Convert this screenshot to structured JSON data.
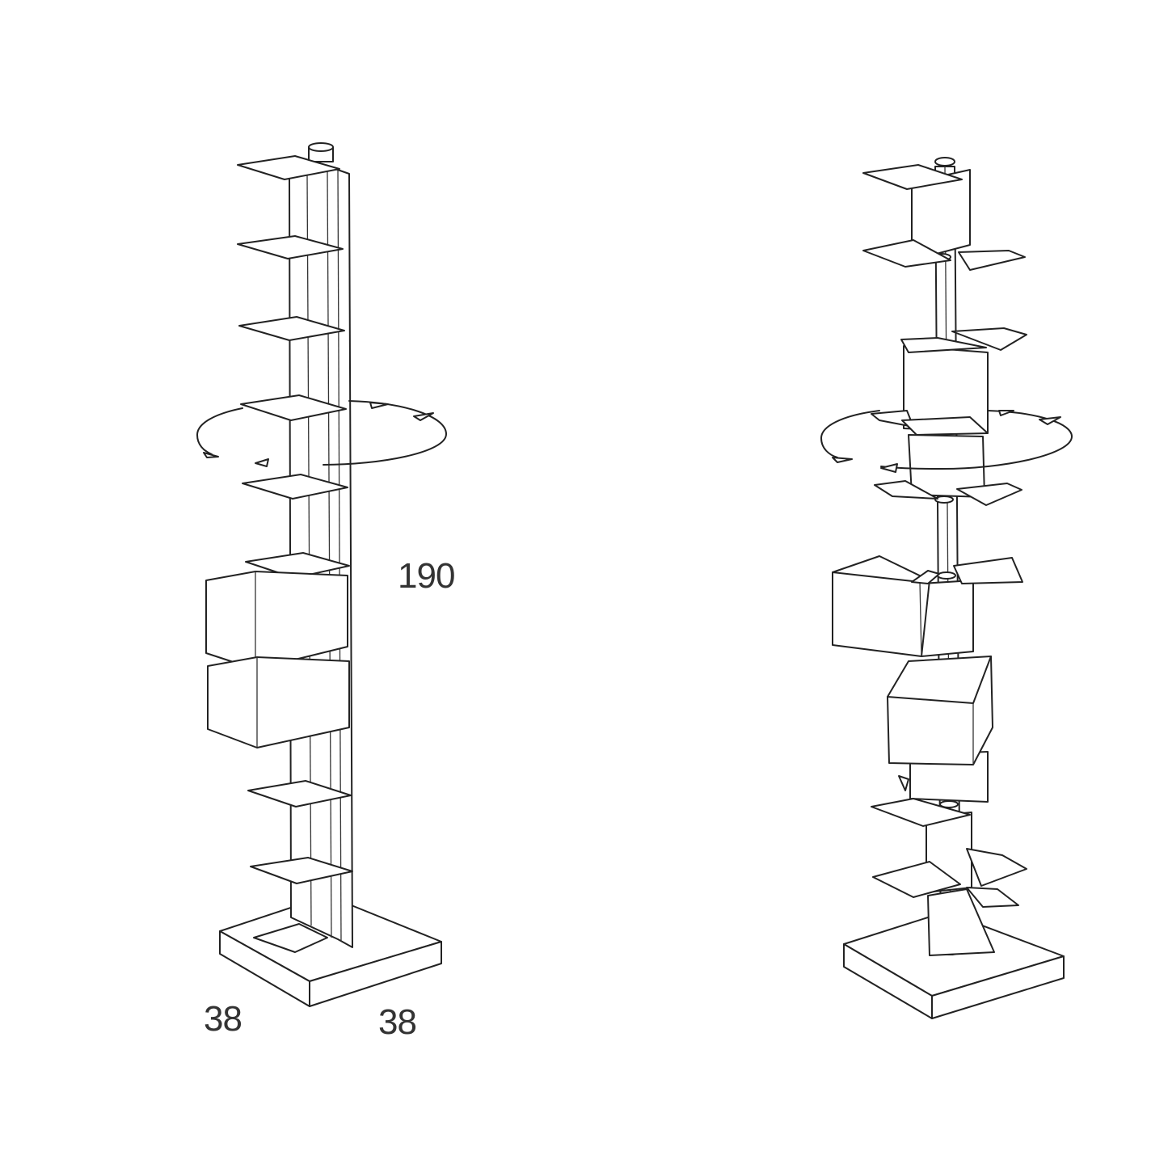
{
  "dimensions": {
    "height": "190",
    "depth": "38",
    "width": "38"
  },
  "colors": {
    "line": "#222222",
    "background": "#ffffff"
  }
}
